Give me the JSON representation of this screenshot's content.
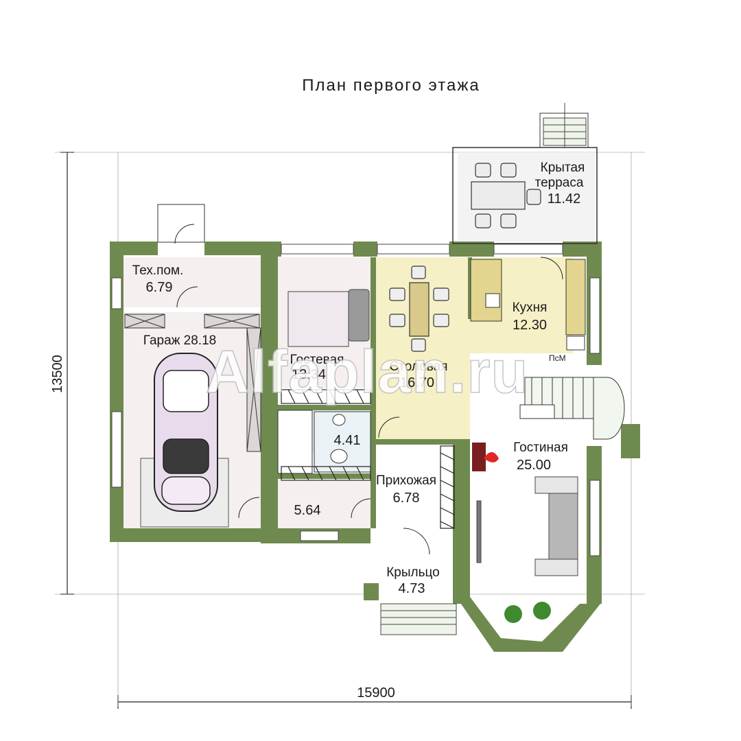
{
  "title": "План первого этажа",
  "watermark": "Alfaplan.ru",
  "dimensions": {
    "width": "15900",
    "height": "13500"
  },
  "rooms": {
    "tech": {
      "name": "Тех.пом.",
      "area": "6.79"
    },
    "garage": {
      "name": "Гараж 28.18"
    },
    "guest": {
      "name": "Гостевая",
      "area": "13.34"
    },
    "dining": {
      "name": "Столовая",
      "area": "16.70"
    },
    "kitchen": {
      "name": "Кухня",
      "area": "12.30"
    },
    "terrace": {
      "name_line1": "Крытая",
      "name_line2": "терраса",
      "area": "11.42"
    },
    "bath": {
      "area": "4.41"
    },
    "hall_small": {
      "area": "5.64"
    },
    "entry": {
      "name": "Прихожая",
      "area": "6.78"
    },
    "porch": {
      "name": "Крыльцо",
      "area": "4.73"
    },
    "living": {
      "name": "Гостиная",
      "area": "25.00"
    },
    "pm_label": "ПсМ"
  },
  "colors": {
    "wall": "#6f8a4f",
    "dining_fill": "#f6f0c6",
    "kitchen_fill": "#f6f0c6",
    "room_fill": "#f5efef",
    "terrace_fill": "#f3f3f3"
  }
}
